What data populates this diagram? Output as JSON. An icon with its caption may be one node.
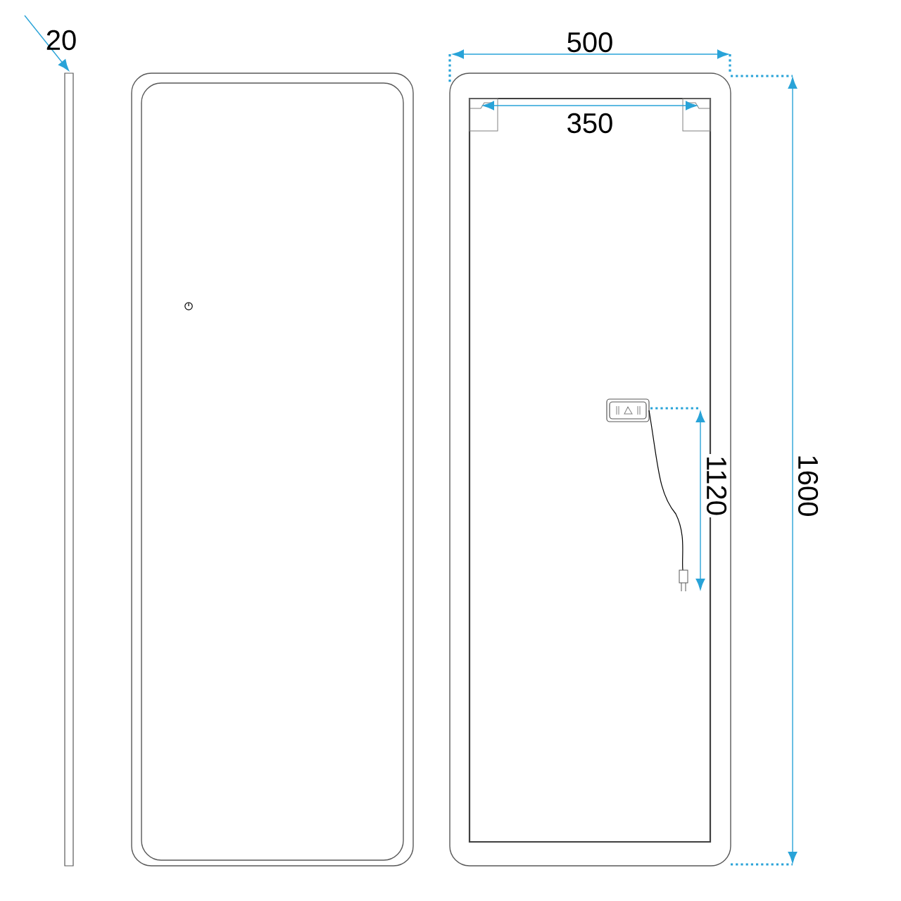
{
  "diagram": {
    "labels": [
      "20",
      "500",
      "350",
      "1120",
      "1600"
    ]
  }
}
